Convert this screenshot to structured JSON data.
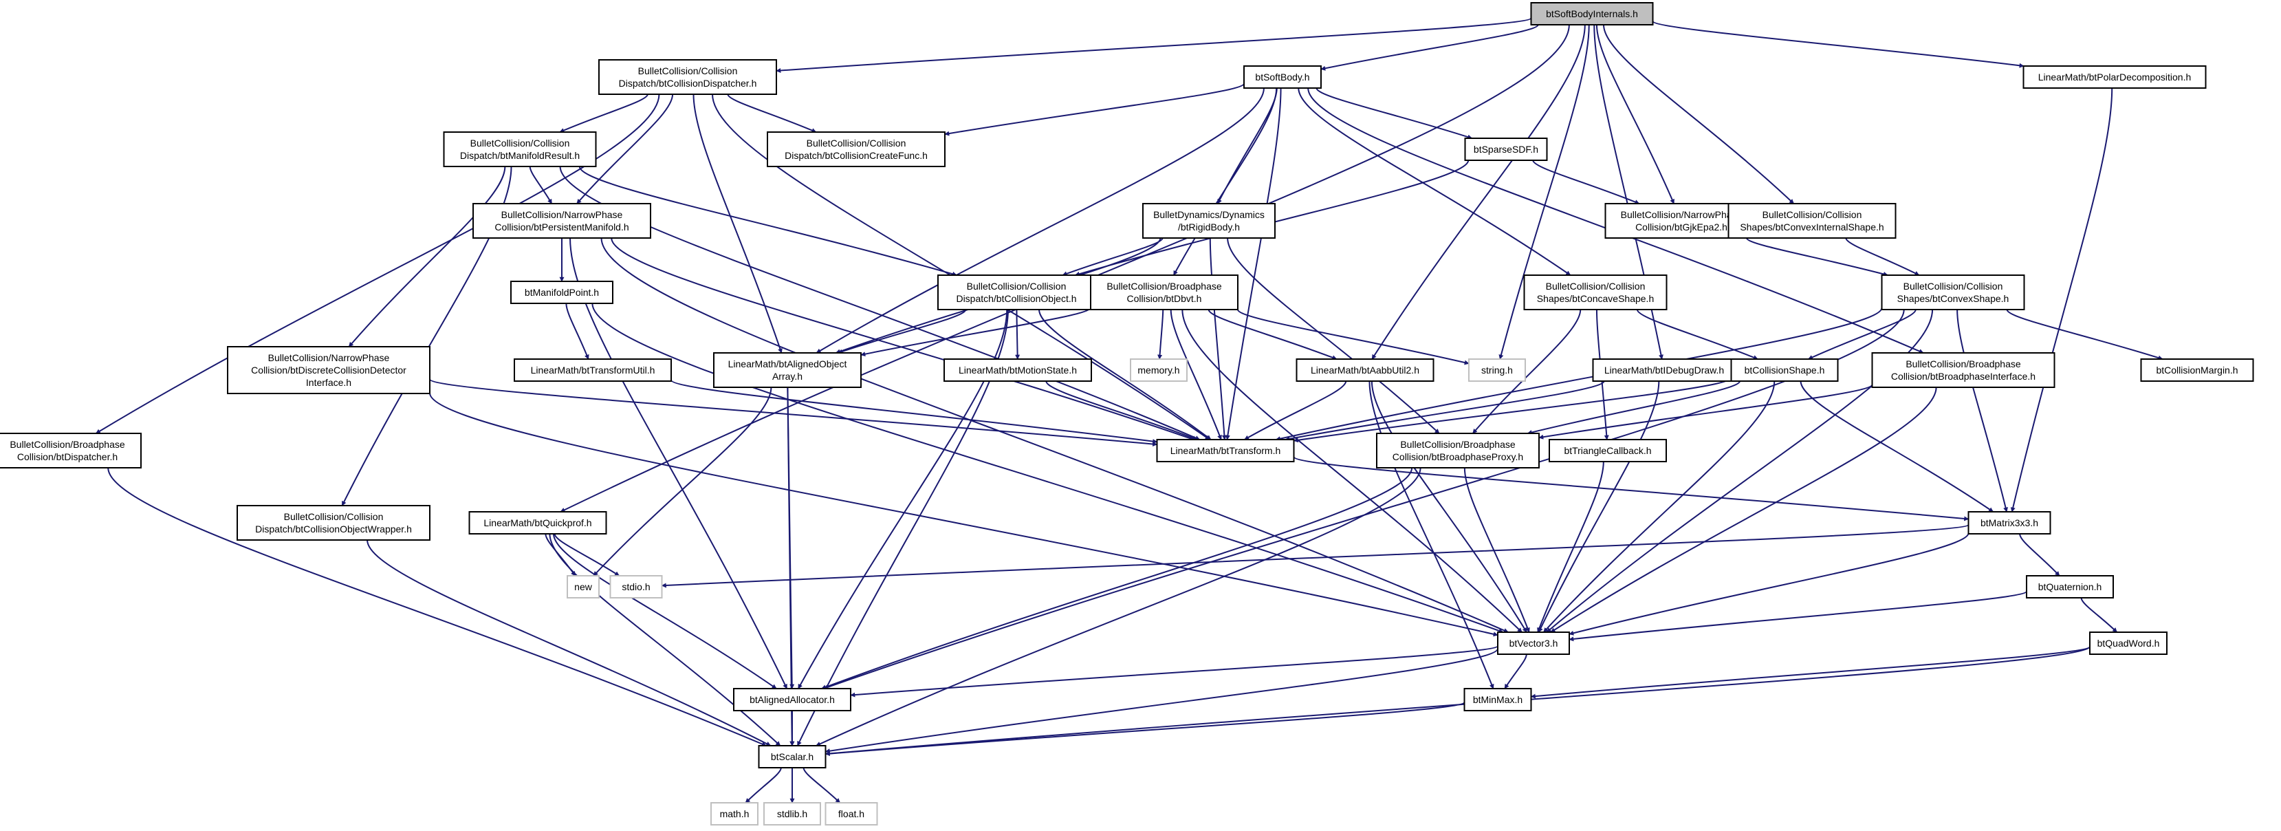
{
  "graph": {
    "root": "btSoftBodyInternals.h",
    "colors": {
      "edge": "#191970",
      "node_border": "#000000",
      "external_border": "#bfbfbf",
      "root_fill": "#bfbfbf",
      "node_fill": "#ffffff",
      "text": "#000000"
    },
    "nodes": [
      {
        "id": "root",
        "label": [
          "btSoftBodyInternals.h"
        ],
        "kind": "root"
      },
      {
        "id": "dispatcher",
        "label": [
          "BulletCollision/Collision",
          "Dispatch/btCollisionDispatcher.h"
        ],
        "kind": "normal"
      },
      {
        "id": "softbody",
        "label": [
          "btSoftBody.h"
        ],
        "kind": "normal"
      },
      {
        "id": "polardecomp",
        "label": [
          "LinearMath/btPolarDecomposition.h"
        ],
        "kind": "normal"
      },
      {
        "id": "manifoldresult",
        "label": [
          "BulletCollision/Collision",
          "Dispatch/btManifoldResult.h"
        ],
        "kind": "normal"
      },
      {
        "id": "createfunc",
        "label": [
          "BulletCollision/Collision",
          "Dispatch/btCollisionCreateFunc.h"
        ],
        "kind": "normal"
      },
      {
        "id": "sparsesdf",
        "label": [
          "btSparseSDF.h"
        ],
        "kind": "normal"
      },
      {
        "id": "persistentmanifold",
        "label": [
          "BulletCollision/NarrowPhase",
          "Collision/btPersistentManifold.h"
        ],
        "kind": "normal"
      },
      {
        "id": "rigidbody",
        "label": [
          "BulletDynamics/Dynamics",
          "/btRigidBody.h"
        ],
        "kind": "normal"
      },
      {
        "id": "gjkepa2",
        "label": [
          "BulletCollision/NarrowPhase",
          "Collision/btGjkEpa2.h"
        ],
        "kind": "normal"
      },
      {
        "id": "convexinternal",
        "label": [
          "BulletCollision/Collision",
          "Shapes/btConvexInternalShape.h"
        ],
        "kind": "normal"
      },
      {
        "id": "manifoldpoint",
        "label": [
          "btManifoldPoint.h"
        ],
        "kind": "normal"
      },
      {
        "id": "collisionobject",
        "label": [
          "BulletCollision/Collision",
          "Dispatch/btCollisionObject.h"
        ],
        "kind": "normal"
      },
      {
        "id": "dbvt",
        "label": [
          "BulletCollision/Broadphase",
          "Collision/btDbvt.h"
        ],
        "kind": "normal"
      },
      {
        "id": "concaveshape",
        "label": [
          "BulletCollision/Collision",
          "Shapes/btConcaveShape.h"
        ],
        "kind": "normal"
      },
      {
        "id": "convexshape",
        "label": [
          "BulletCollision/Collision",
          "Shapes/btConvexShape.h"
        ],
        "kind": "normal"
      },
      {
        "id": "discretedetector",
        "label": [
          "BulletCollision/NarrowPhase",
          "Collision/btDiscreteCollisionDetector",
          "Interface.h"
        ],
        "kind": "normal"
      },
      {
        "id": "transformutil",
        "label": [
          "LinearMath/btTransformUtil.h"
        ],
        "kind": "normal"
      },
      {
        "id": "alignedobjectarray",
        "label": [
          "LinearMath/btAlignedObject",
          "Array.h"
        ],
        "kind": "normal"
      },
      {
        "id": "motionstate",
        "label": [
          "LinearMath/btMotionState.h"
        ],
        "kind": "normal"
      },
      {
        "id": "memory",
        "label": [
          "memory.h"
        ],
        "kind": "external"
      },
      {
        "id": "aabbutil2",
        "label": [
          "LinearMath/btAabbUtil2.h"
        ],
        "kind": "normal"
      },
      {
        "id": "stringh",
        "label": [
          "string.h"
        ],
        "kind": "external"
      },
      {
        "id": "idebugdraw",
        "label": [
          "LinearMath/btIDebugDraw.h"
        ],
        "kind": "normal"
      },
      {
        "id": "collisionshape",
        "label": [
          "btCollisionShape.h"
        ],
        "kind": "normal"
      },
      {
        "id": "broadphaseinterface",
        "label": [
          "BulletCollision/Broadphase",
          "Collision/btBroadphaseInterface.h"
        ],
        "kind": "normal"
      },
      {
        "id": "collisionmargin",
        "label": [
          "btCollisionMargin.h"
        ],
        "kind": "normal"
      },
      {
        "id": "bpdispatcher",
        "label": [
          "BulletCollision/Broadphase",
          "Collision/btDispatcher.h"
        ],
        "kind": "normal"
      },
      {
        "id": "transform",
        "label": [
          "LinearMath/btTransform.h"
        ],
        "kind": "normal"
      },
      {
        "id": "broadphaseproxy",
        "label": [
          "BulletCollision/Broadphase",
          "Collision/btBroadphaseProxy.h"
        ],
        "kind": "normal"
      },
      {
        "id": "trianglecallback",
        "label": [
          "btTriangleCallback.h"
        ],
        "kind": "normal"
      },
      {
        "id": "objectwrapper",
        "label": [
          "BulletCollision/Collision",
          "Dispatch/btCollisionObjectWrapper.h"
        ],
        "kind": "normal"
      },
      {
        "id": "quickprof",
        "label": [
          "LinearMath/btQuickprof.h"
        ],
        "kind": "normal"
      },
      {
        "id": "matrix3x3",
        "label": [
          "btMatrix3x3.h"
        ],
        "kind": "normal"
      },
      {
        "id": "newh",
        "label": [
          "new"
        ],
        "kind": "external"
      },
      {
        "id": "stdioh",
        "label": [
          "stdio.h"
        ],
        "kind": "external"
      },
      {
        "id": "quaternion",
        "label": [
          "btQuaternion.h"
        ],
        "kind": "normal"
      },
      {
        "id": "vector3",
        "label": [
          "btVector3.h"
        ],
        "kind": "normal"
      },
      {
        "id": "quadword",
        "label": [
          "btQuadWord.h"
        ],
        "kind": "normal"
      },
      {
        "id": "alignedallocator",
        "label": [
          "btAlignedAllocator.h"
        ],
        "kind": "normal"
      },
      {
        "id": "minmax",
        "label": [
          "btMinMax.h"
        ],
        "kind": "normal"
      },
      {
        "id": "scalar",
        "label": [
          "btScalar.h"
        ],
        "kind": "normal"
      },
      {
        "id": "mathh",
        "label": [
          "math.h"
        ],
        "kind": "external"
      },
      {
        "id": "stdlibh",
        "label": [
          "stdlib.h"
        ],
        "kind": "external"
      },
      {
        "id": "floath",
        "label": [
          "float.h"
        ],
        "kind": "external"
      }
    ],
    "edges": [
      [
        "root",
        "dispatcher"
      ],
      [
        "root",
        "softbody"
      ],
      [
        "root",
        "polardecomp"
      ],
      [
        "root",
        "quickprof"
      ],
      [
        "root",
        "gjkepa2"
      ],
      [
        "root",
        "convexinternal"
      ],
      [
        "root",
        "aabbutil2"
      ],
      [
        "root",
        "stringh"
      ],
      [
        "root",
        "idebugdraw"
      ],
      [
        "dispatcher",
        "bpdispatcher"
      ],
      [
        "dispatcher",
        "manifoldresult"
      ],
      [
        "dispatcher",
        "persistentmanifold"
      ],
      [
        "dispatcher",
        "createfunc"
      ],
      [
        "dispatcher",
        "alignedobjectarray"
      ],
      [
        "dispatcher",
        "transform"
      ],
      [
        "softbody",
        "createfunc"
      ],
      [
        "softbody",
        "sparsesdf"
      ],
      [
        "softbody",
        "rigidbody"
      ],
      [
        "softbody",
        "dbvt"
      ],
      [
        "softbody",
        "alignedobjectarray"
      ],
      [
        "softbody",
        "concaveshape"
      ],
      [
        "softbody",
        "broadphaseinterface"
      ],
      [
        "softbody",
        "transform"
      ],
      [
        "polardecomp",
        "matrix3x3"
      ],
      [
        "manifoldresult",
        "persistentmanifold"
      ],
      [
        "manifoldresult",
        "collisionobject"
      ],
      [
        "manifoldresult",
        "discretedetector"
      ],
      [
        "manifoldresult",
        "objectwrapper"
      ],
      [
        "manifoldresult",
        "transform"
      ],
      [
        "sparsesdf",
        "gjkepa2"
      ],
      [
        "sparsesdf",
        "collisionobject"
      ],
      [
        "persistentmanifold",
        "manifoldpoint"
      ],
      [
        "persistentmanifold",
        "alignedallocator"
      ],
      [
        "persistentmanifold",
        "transform"
      ],
      [
        "persistentmanifold",
        "vector3"
      ],
      [
        "rigidbody",
        "collisionobject"
      ],
      [
        "rigidbody",
        "alignedobjectarray"
      ],
      [
        "rigidbody",
        "transform"
      ],
      [
        "rigidbody",
        "broadphaseproxy"
      ],
      [
        "gjkepa2",
        "convexshape"
      ],
      [
        "convexinternal",
        "convexshape"
      ],
      [
        "manifoldpoint",
        "transformutil"
      ],
      [
        "manifoldpoint",
        "vector3"
      ],
      [
        "collisionobject",
        "alignedobjectarray"
      ],
      [
        "collisionobject",
        "motionstate"
      ],
      [
        "collisionobject",
        "transform"
      ],
      [
        "collisionobject",
        "alignedallocator"
      ],
      [
        "collisionobject",
        "scalar"
      ],
      [
        "dbvt",
        "alignedobjectarray"
      ],
      [
        "dbvt",
        "memory"
      ],
      [
        "dbvt",
        "aabbutil2"
      ],
      [
        "dbvt",
        "stringh"
      ],
      [
        "dbvt",
        "transform"
      ],
      [
        "dbvt",
        "vector3"
      ],
      [
        "concaveshape",
        "collisionshape"
      ],
      [
        "concaveshape",
        "trianglecallback"
      ],
      [
        "concaveshape",
        "broadphaseproxy"
      ],
      [
        "convexshape",
        "collisionshape"
      ],
      [
        "convexshape",
        "collisionmargin"
      ],
      [
        "convexshape",
        "matrix3x3"
      ],
      [
        "convexshape",
        "vector3"
      ],
      [
        "convexshape",
        "transform"
      ],
      [
        "convexshape",
        "alignedallocator"
      ],
      [
        "discretedetector",
        "transform"
      ],
      [
        "discretedetector",
        "vector3"
      ],
      [
        "transformutil",
        "transform"
      ],
      [
        "alignedobjectarray",
        "newh"
      ],
      [
        "alignedobjectarray",
        "alignedallocator"
      ],
      [
        "alignedobjectarray",
        "scalar"
      ],
      [
        "motionstate",
        "transform"
      ],
      [
        "aabbutil2",
        "transform"
      ],
      [
        "aabbutil2",
        "vector3"
      ],
      [
        "aabbutil2",
        "minmax"
      ],
      [
        "idebugdraw",
        "transform"
      ],
      [
        "idebugdraw",
        "vector3"
      ],
      [
        "collisionshape",
        "transform"
      ],
      [
        "collisionshape",
        "vector3"
      ],
      [
        "collisionshape",
        "matrix3x3"
      ],
      [
        "collisionshape",
        "broadphaseproxy"
      ],
      [
        "broadphaseinterface",
        "broadphaseproxy"
      ],
      [
        "broadphaseinterface",
        "vector3"
      ],
      [
        "bpdispatcher",
        "scalar"
      ],
      [
        "transform",
        "matrix3x3"
      ],
      [
        "broadphaseproxy",
        "scalar"
      ],
      [
        "broadphaseproxy",
        "vector3"
      ],
      [
        "broadphaseproxy",
        "alignedallocator"
      ],
      [
        "trianglecallback",
        "vector3"
      ],
      [
        "objectwrapper",
        "scalar"
      ],
      [
        "quickprof",
        "newh"
      ],
      [
        "quickprof",
        "stdioh"
      ],
      [
        "quickprof",
        "scalar"
      ],
      [
        "quickprof",
        "alignedallocator"
      ],
      [
        "matrix3x3",
        "vector3"
      ],
      [
        "matrix3x3",
        "quaternion"
      ],
      [
        "matrix3x3",
        "stdioh"
      ],
      [
        "quaternion",
        "vector3"
      ],
      [
        "quaternion",
        "quadword"
      ],
      [
        "vector3",
        "scalar"
      ],
      [
        "vector3",
        "minmax"
      ],
      [
        "vector3",
        "alignedallocator"
      ],
      [
        "quadword",
        "scalar"
      ],
      [
        "quadword",
        "minmax"
      ],
      [
        "alignedallocator",
        "scalar"
      ],
      [
        "minmax",
        "scalar"
      ],
      [
        "scalar",
        "mathh"
      ],
      [
        "scalar",
        "stdlibh"
      ],
      [
        "scalar",
        "floath"
      ]
    ]
  }
}
